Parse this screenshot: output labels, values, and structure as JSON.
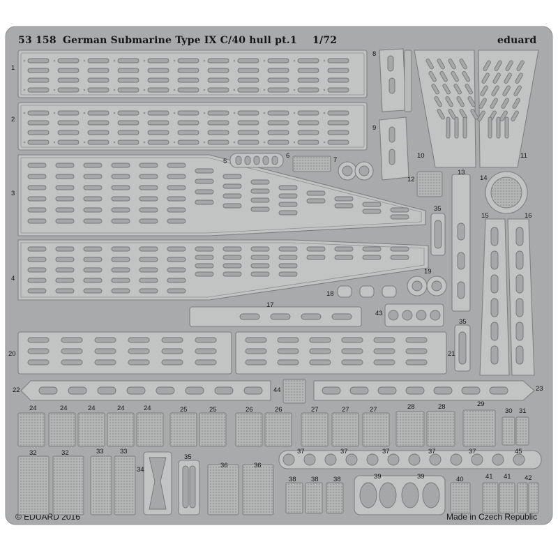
{
  "header": {
    "catalog_number": "53 158",
    "title": "German Submarine Type IX C/40 hull pt.1",
    "scale": "1/72",
    "brand": "eduard"
  },
  "footer": {
    "copyright": "© EDUARD 2016",
    "origin": "Made in Czech Republic"
  },
  "labels": {
    "l1": "1",
    "l2": "2",
    "l3": "3",
    "l4": "4",
    "l5": "5",
    "l6": "6",
    "l7": "7",
    "l8": "8",
    "l9": "9",
    "l10": "10",
    "l11": "11",
    "l12": "12",
    "l13": "13",
    "l14": "14",
    "l15": "15",
    "l16": "16",
    "l17": "17",
    "l18": "18",
    "l19": "19",
    "l20": "20",
    "l21": "21",
    "l22": "22",
    "l23": "23",
    "l24": "24",
    "l25": "25",
    "l26": "26",
    "l27": "27",
    "l28": "28",
    "l29": "29",
    "l30": "30",
    "l31": "31",
    "l32": "32",
    "l33": "33",
    "l34": "34",
    "l35": "35",
    "l36": "36",
    "l37": "37",
    "l38": "38",
    "l39": "39",
    "l40": "40",
    "l41": "41",
    "l42": "42",
    "l43": "43",
    "l44": "44",
    "l45": "45"
  },
  "colors": {
    "fret": "#a9aaab",
    "part": "#c2c3c3",
    "slot": "#a6a7a8",
    "ink": "#151515"
  }
}
